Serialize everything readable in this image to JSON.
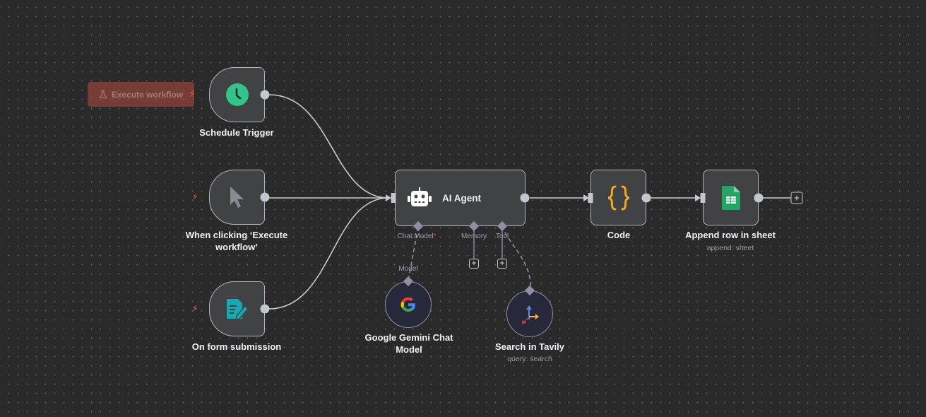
{
  "canvas": {
    "execute_button": {
      "label": "Execute workflow",
      "icon": "flask-icon"
    },
    "colors": {
      "background": "#2a2a2a",
      "node_fill": "#414244",
      "node_border": "#b3b4bb",
      "trigger_bolt": "#ea5a45",
      "schedule_icon": "#31c48d",
      "form_icon": "#16a9b3",
      "code_icon": "#f5a623",
      "sheets_icon": "#23a566"
    },
    "nodes": [
      {
        "id": "schedule",
        "label": "Schedule Trigger",
        "icon": "clock-icon"
      },
      {
        "id": "manual",
        "label": "When clicking ‘Execute workflow’",
        "label_line1": "When clicking ‘Execute",
        "label_line2": "workflow’",
        "icon": "cursor-icon"
      },
      {
        "id": "form",
        "label": "On form submission",
        "icon": "form-icon"
      },
      {
        "id": "agent",
        "label": "AI Agent",
        "icon": "robot-icon",
        "ports": [
          {
            "label": "Chat Model",
            "required_mark": "*"
          },
          {
            "label": "Memory"
          },
          {
            "label": "Tool"
          }
        ]
      },
      {
        "id": "code",
        "label": "Code",
        "icon": "braces-icon"
      },
      {
        "id": "sheets",
        "label": "Append row in sheet",
        "subtitle": "append: sheet",
        "icon": "google-sheets-icon"
      },
      {
        "id": "gemini",
        "label": "Google Gemini Chat Model",
        "label_line1": "Google Gemini Chat",
        "label_line2": "Model",
        "port_label": "Model",
        "icon": "google-icon"
      },
      {
        "id": "tavily",
        "label": "Search in Tavily",
        "subtitle": "query: search",
        "icon": "tavily-icon"
      }
    ],
    "add_symbol": "+"
  }
}
